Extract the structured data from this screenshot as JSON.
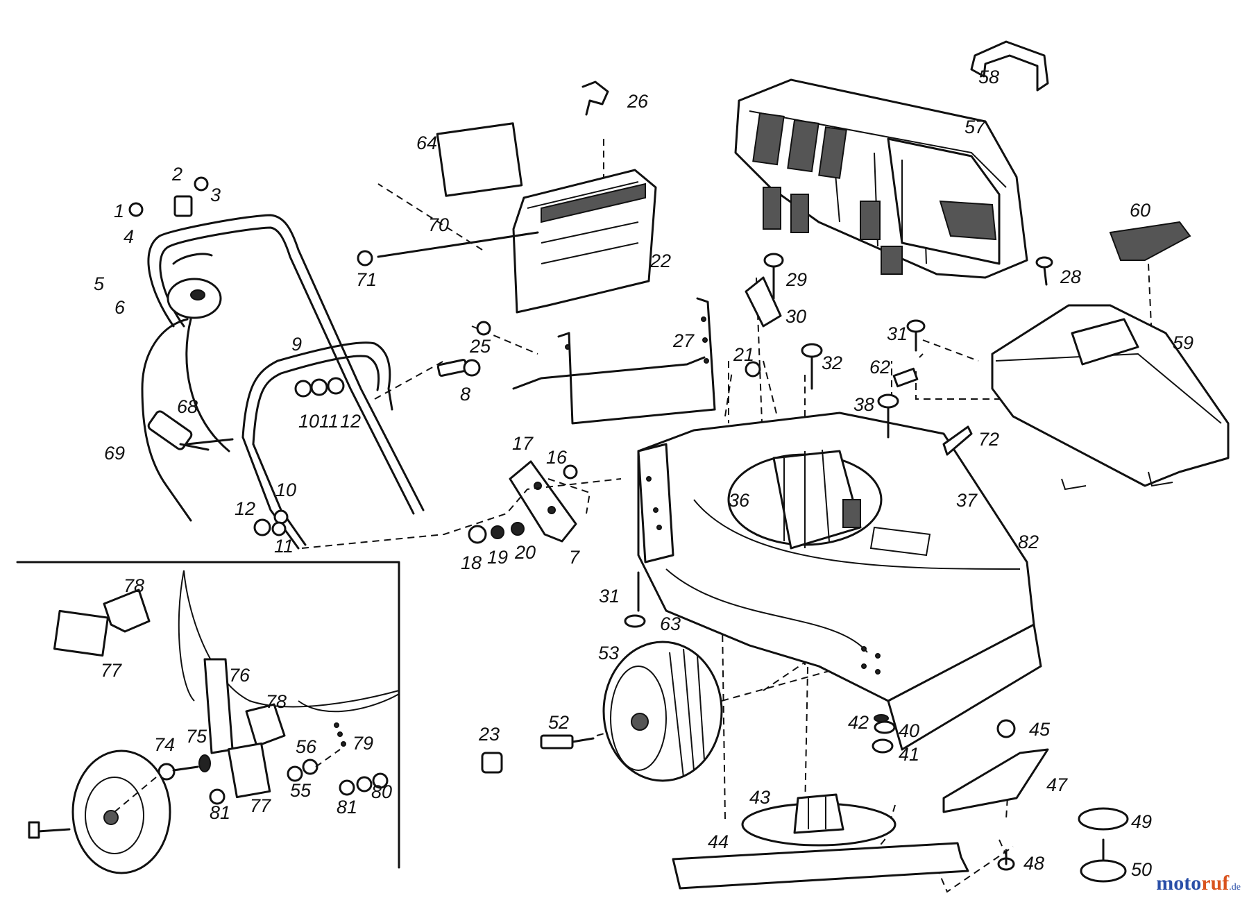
{
  "labels": {
    "l1": "1",
    "l2": "2",
    "l3": "3",
    "l4": "4",
    "l5": "5",
    "l6": "6",
    "l7": "7",
    "l8": "8",
    "l9": "9",
    "l10a": "10",
    "l10b": "10",
    "l11a": "11",
    "l11b": "11",
    "l12a": "12",
    "l12b": "12",
    "l16": "16",
    "l17": "17",
    "l18": "18",
    "l19": "19",
    "l20": "20",
    "l21": "21",
    "l22": "22",
    "l23": "23",
    "l25": "25",
    "l26": "26",
    "l27": "27",
    "l28": "28",
    "l29": "29",
    "l30": "30",
    "l31a": "31",
    "l31b": "31",
    "l32": "32",
    "l36": "36",
    "l37": "37",
    "l38": "38",
    "l40": "40",
    "l41": "41",
    "l42": "42",
    "l43": "43",
    "l44": "44",
    "l45": "45",
    "l47": "47",
    "l48": "48",
    "l49": "49",
    "l50": "50",
    "l52": "52",
    "l53": "53",
    "l55": "55",
    "l56": "56",
    "l57": "57",
    "l58": "58",
    "l59": "59",
    "l60": "60",
    "l62": "62",
    "l63": "63",
    "l64": "64",
    "l68": "68",
    "l69": "69",
    "l70": "70",
    "l71": "71",
    "l72": "72",
    "l74": "74",
    "l75": "75",
    "l76": "76",
    "l77a": "77",
    "l77b": "77",
    "l78a": "78",
    "l78b": "78",
    "l79": "79",
    "l80": "80",
    "l81a": "81",
    "l81b": "81",
    "l82": "82"
  },
  "watermark": {
    "part_a": "moto",
    "part_b": "ruf",
    "part_c": ".de"
  }
}
